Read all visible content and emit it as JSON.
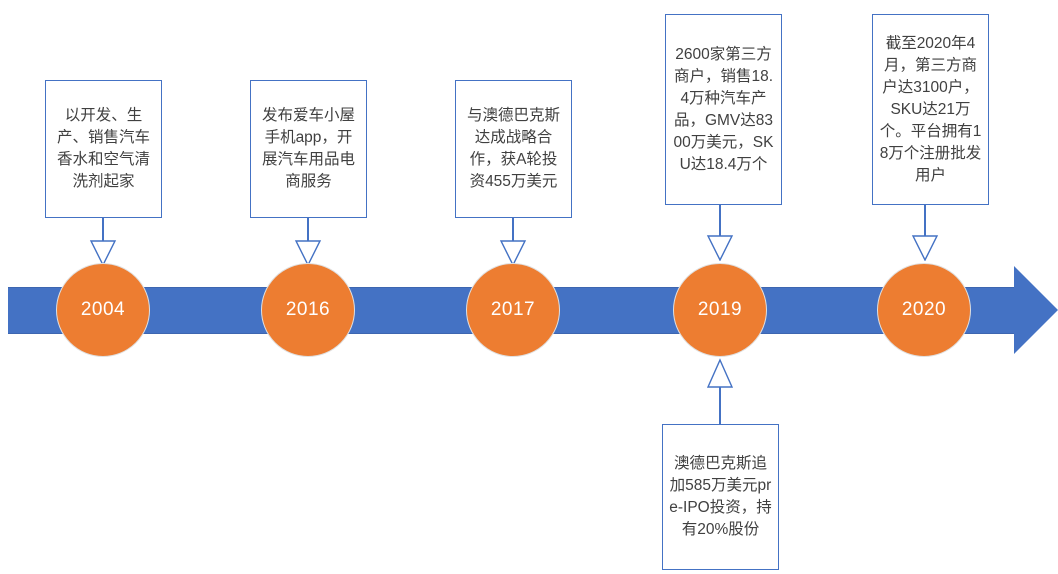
{
  "diagram": {
    "type": "timeline",
    "title_visible": false,
    "colors": {
      "timeline_blue": "#4472C4",
      "node_orange": "#ED7D31",
      "box_border": "#4472C4",
      "box_fill": "#FFFFFF",
      "node_label": "#FFFFFF",
      "body_text": "#404040"
    },
    "arrow_direction": "right"
  },
  "milestones": [
    {
      "year": "2004",
      "note": "以开发、生产、销售汽车香水和空气清洗剂起家",
      "note_position": "above"
    },
    {
      "year": "2016",
      "note": "发布爱车小屋手机app，开展汽车用品电商服务",
      "note_position": "above"
    },
    {
      "year": "2017",
      "note": "与澳德巴克斯达成战略合作，获A轮投资455万美元",
      "note_position": "above"
    },
    {
      "year": "2019",
      "note": "2600家第三方商户，销售18.4万种汽车产品，GMV达8300万美元，SKU达18.4万个",
      "note_position": "above",
      "note_below": "澳德巴克斯追加585万美元pre-IPO投资，持有20%股份"
    },
    {
      "year": "2020",
      "note": "截至2020年4月，第三方商户达3100户，SKU达21万个。平台拥有18万个注册批发用户",
      "note_position": "above"
    }
  ]
}
